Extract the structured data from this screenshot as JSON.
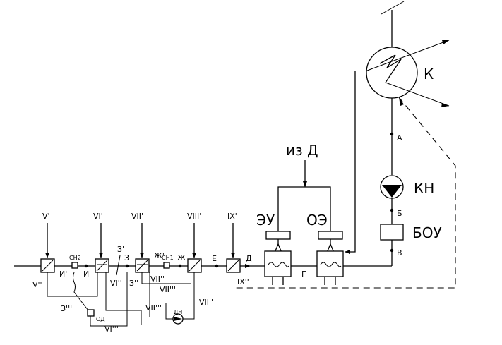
{
  "nodes": {
    "condenser": "К",
    "pump": "КН",
    "treatment": "БОУ",
    "ejector_main": "ОЭ",
    "ejector_seal": "ЭУ",
    "from_label": "из Д"
  },
  "points": {
    "A": "А",
    "B": "Б",
    "V": "В",
    "G": "Г",
    "D": "Д",
    "E": "Е",
    "Zh": "Ж",
    "Zh1": "Ж'",
    "Z": "З",
    "Z1": "З'",
    "Z2": "З''",
    "Z3": "З'''",
    "I": "И",
    "I1": "И'"
  },
  "heaters": {
    "h5": "V'",
    "h6": "VI'",
    "h7": "VII'",
    "h8": "VIII'",
    "h9": "IX'"
  },
  "drains": {
    "d5": "V''",
    "d6": "VI''",
    "d6b": "VI'''",
    "d7": "VII''",
    "d7b": "VII'''",
    "d7c": "VII'''",
    "d8": "VII''",
    "d9": "IX''"
  },
  "small": {
    "sn2": "СН2",
    "sn1": "СН1",
    "od": "ОД",
    "dn": "ДН"
  }
}
